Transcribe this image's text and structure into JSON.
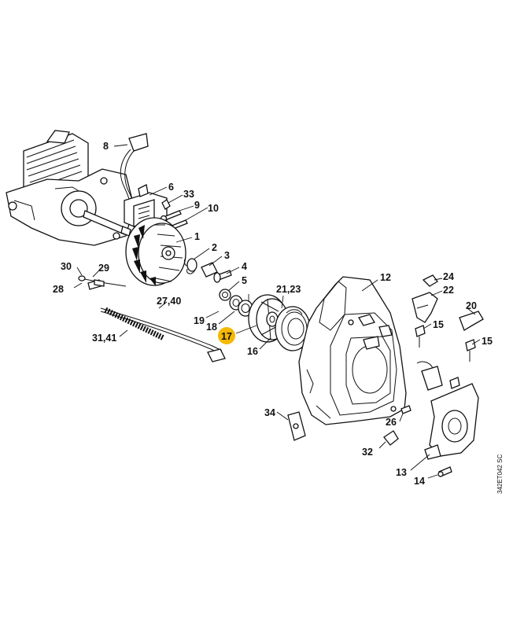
{
  "diagram": {
    "highlight_color": "#f5b800",
    "highlighted_label": "17",
    "drawing_code": "342ET042 SC",
    "labels": {
      "l1": "1",
      "l2": "2",
      "l3": "3",
      "l4": "4",
      "l5": "5",
      "l6": "6",
      "l8": "8",
      "l9": "9",
      "l10": "10",
      "l12": "12",
      "l13": "13",
      "l14": "14",
      "l15a": "15",
      "l15b": "15",
      "l16": "16",
      "l17": "17",
      "l18": "18",
      "l19": "19",
      "l20": "20",
      "l21_23": "21,23",
      "l22": "22",
      "l24": "24",
      "l26": "26",
      "l27_40": "27,40",
      "l28": "28",
      "l29": "29",
      "l30": "30",
      "l31_41": "31,41",
      "l32": "32",
      "l33": "33",
      "l34": "34"
    }
  }
}
